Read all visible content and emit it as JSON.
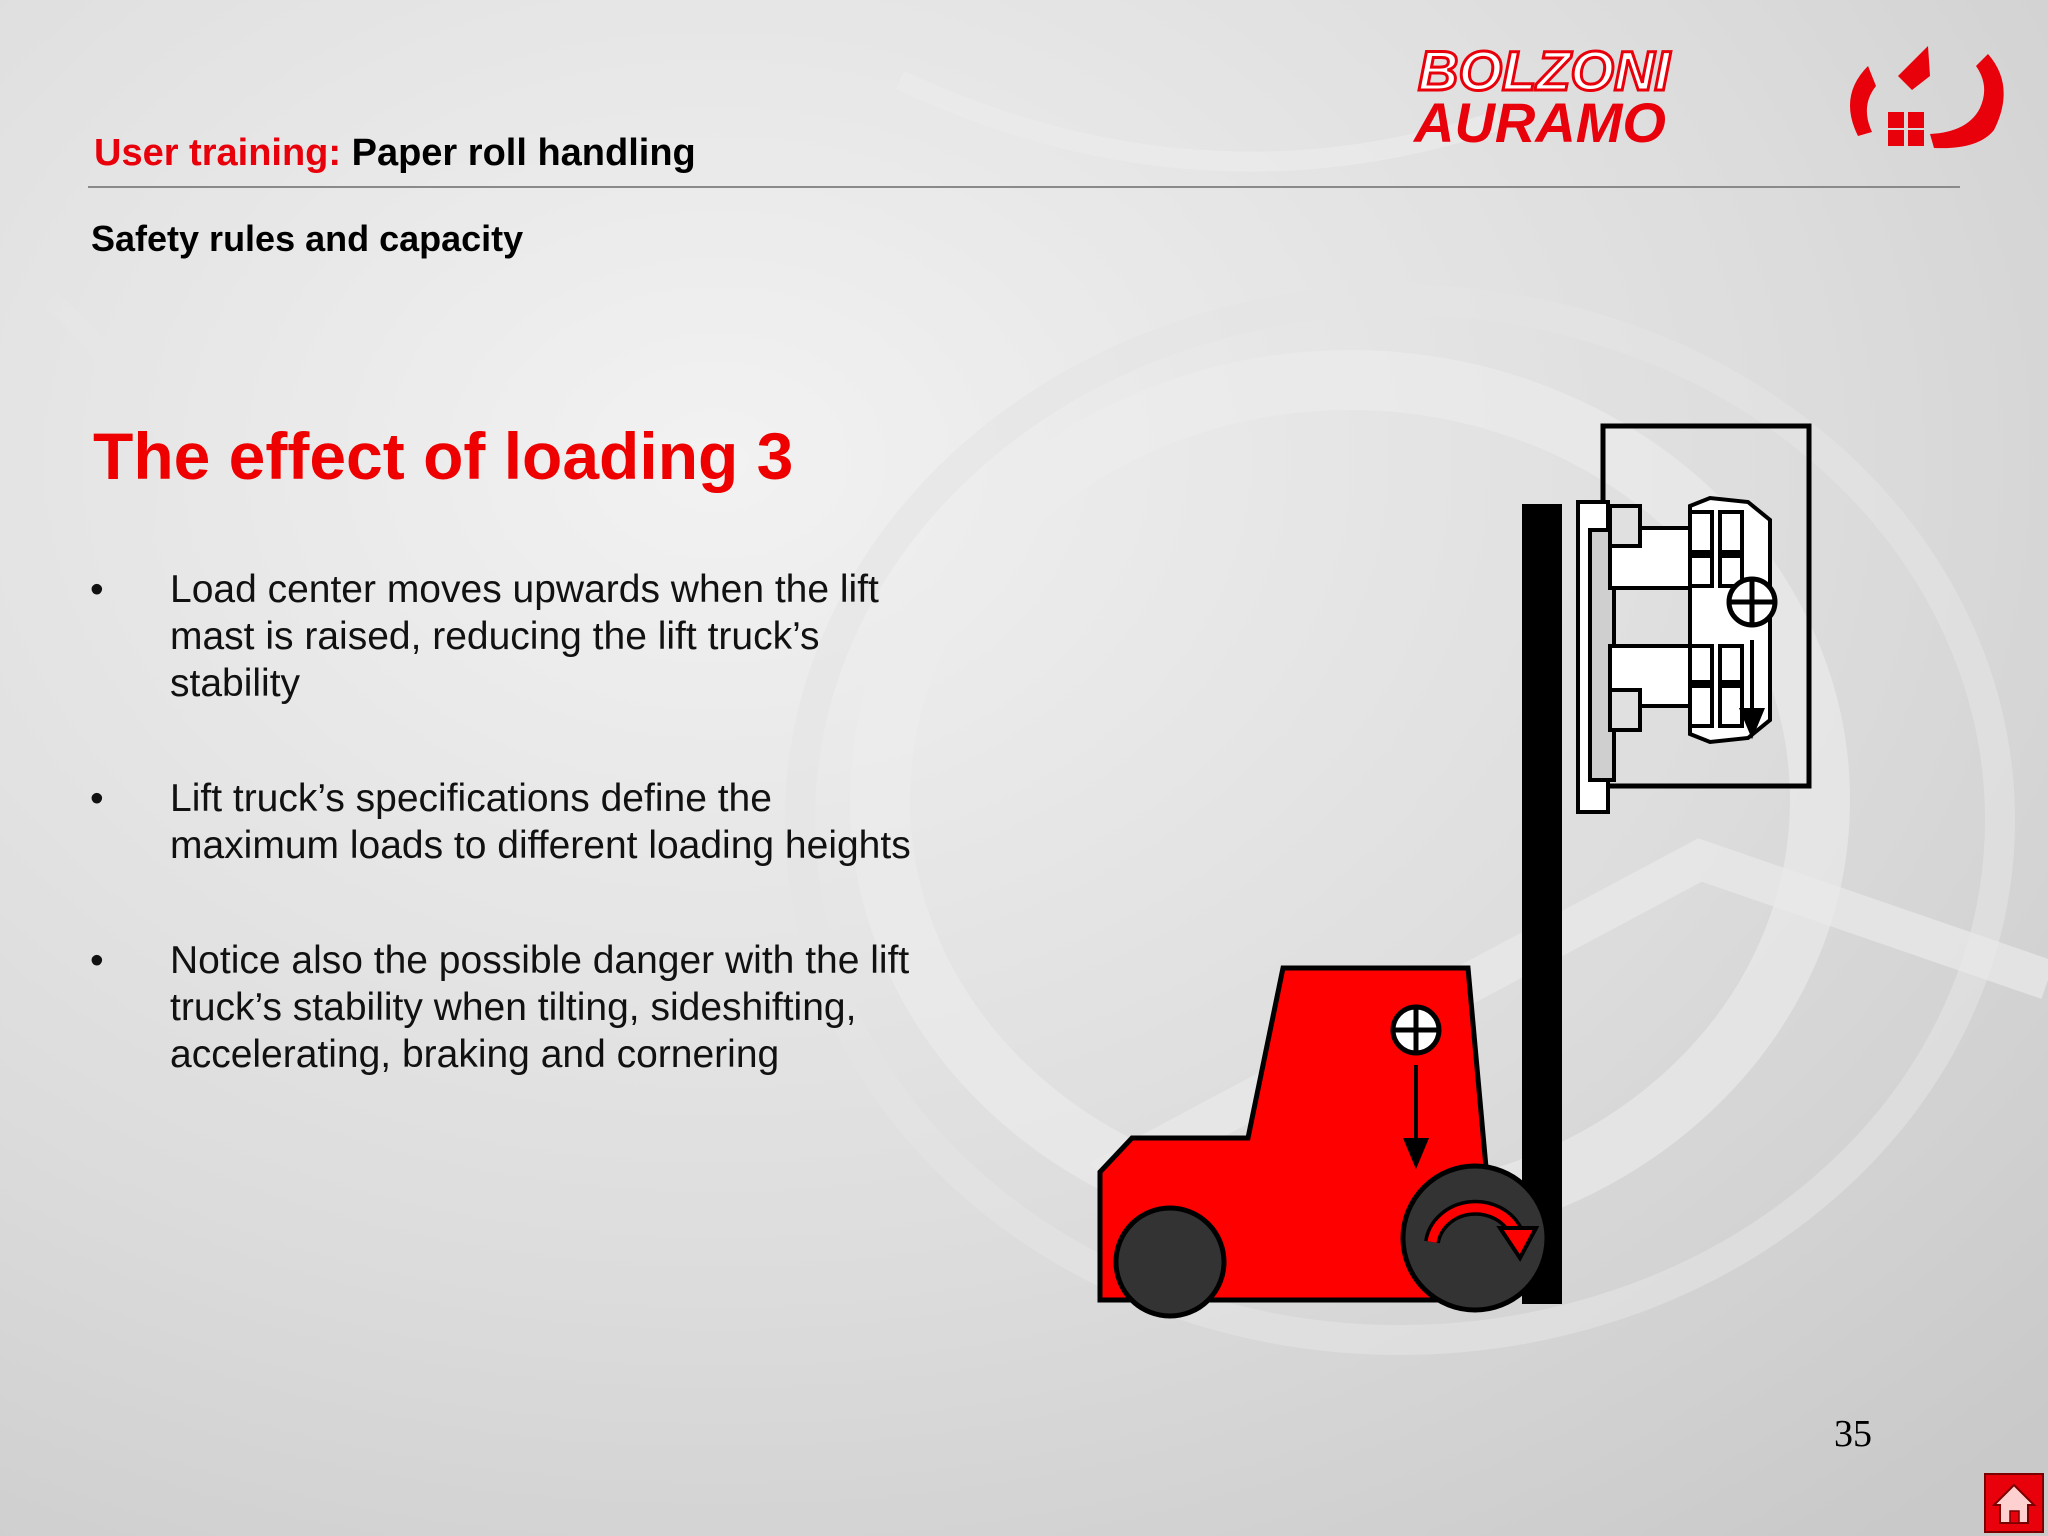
{
  "header": {
    "label_prefix": "User training:",
    "label_rest": " Paper roll handling"
  },
  "logo": {
    "line1": "BOLZONI",
    "line2": "AURAMO"
  },
  "section_title": "Safety rules and capacity",
  "slide_heading": "The effect of loading 3",
  "bullet_symbol": "•",
  "bullets": [
    "Load center moves upwards when the lift mast is raised, reducing the lift truck’s stability",
    "Lift truck’s specifications define the maximum loads to different loading heights",
    "Notice also the possible danger with the lift truck’s stability when tilting, sideshifting, accelerating, braking and cornering"
  ],
  "page_number": "35",
  "colors": {
    "accent": "#ee0000",
    "truck_body": "#ff0000",
    "wheel": "#333333"
  },
  "icons": {
    "home_button": "home-icon",
    "center_of_gravity": "center-of-gravity-icon"
  }
}
